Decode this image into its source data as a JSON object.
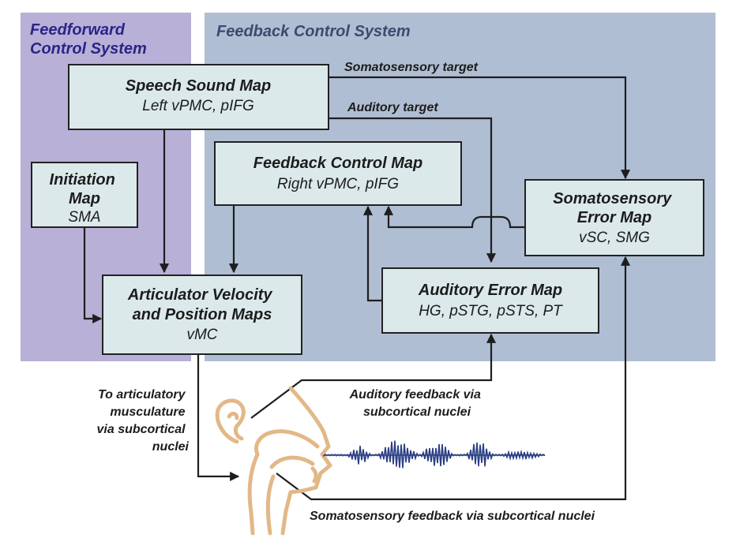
{
  "regions": {
    "feedforward_title": [
      "Feedforward",
      "Control System"
    ],
    "feedback_title": "Feedback Control System"
  },
  "boxes": {
    "speech_sound_map": {
      "title": "Speech Sound Map",
      "sub": "Left vPMC, pIFG"
    },
    "initiation_map": {
      "title": [
        "Initiation",
        "Map"
      ],
      "sub": "SMA"
    },
    "feedback_control_map": {
      "title": "Feedback Control Map",
      "sub": "Right vPMC, pIFG"
    },
    "somatosensory_error_map": {
      "title": [
        "Somatosensory",
        "Error Map"
      ],
      "sub": "vSC, SMG"
    },
    "auditory_error_map": {
      "title": "Auditory Error Map",
      "sub": "HG, pSTG, pSTS, PT"
    },
    "articulator_maps": {
      "title": [
        "Articulator Velocity",
        "and Position Maps"
      ],
      "sub": "vMC"
    }
  },
  "labels": {
    "somatosensory_target": "Somatosensory target",
    "auditory_target": "Auditory target",
    "to_musculature": [
      "To articulatory",
      "musculature",
      "via subcortical",
      "nuclei"
    ],
    "auditory_feedback": [
      "Auditory feedback via",
      "subcortical nuclei"
    ],
    "somatosensory_feedback": "Somatosensory feedback via subcortical nuclei"
  },
  "colors": {
    "feedforward_bg": "#b8b0d6",
    "feedback_bg": "#b0bed4",
    "feedforward_title": "#2b2488",
    "feedback_title": "#3b4b6e",
    "box_fill": "#dbe9ea",
    "head_outline": "#e2b887",
    "waveform": "#2b3f86"
  }
}
